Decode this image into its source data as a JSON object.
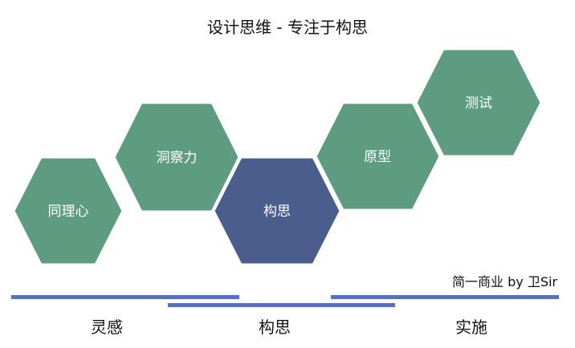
{
  "title": "设计思维 - 专注于构思",
  "credit": "简一商业 by 卫Sir",
  "colors": {
    "green": "#5e9c82",
    "blue": "#4a5d8c",
    "line": "#5670bd"
  },
  "steps": [
    {
      "label": "同理心",
      "color": "green"
    },
    {
      "label": "洞察力",
      "color": "green"
    },
    {
      "label": "构思",
      "color": "blue"
    },
    {
      "label": "原型",
      "color": "green"
    },
    {
      "label": "测试",
      "color": "green"
    }
  ],
  "phases": [
    {
      "label": "灵感"
    },
    {
      "label": "构思"
    },
    {
      "label": "实施"
    }
  ]
}
